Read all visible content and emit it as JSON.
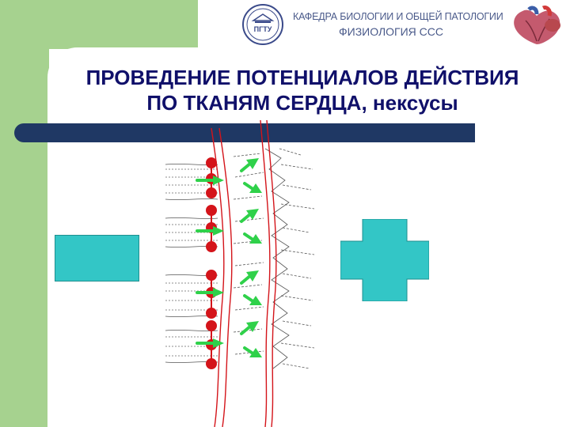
{
  "header": {
    "department": "КАФЕДРА БИОЛОГИИ И ОБЩЕЙ ПАТОЛОГИИ",
    "course": "ФИЗИОЛОГИЯ ССС",
    "logo_text": "ПГТУ"
  },
  "title": {
    "line1": "ПРОВЕДЕНИЕ ПОТЕНЦИАЛОВ ДЕЙСТВИЯ",
    "line2": "ПО ТКАНЯМ СЕРДЦА, нексусы"
  },
  "icons": {
    "logo": "university-seal-icon",
    "heart": "heart-anatomy-icon"
  },
  "colors": {
    "side_panel": "#a6d28f",
    "title": "#10106a",
    "bar": "#1f3864",
    "teal": "#33c6c6",
    "arrow": "#2fd14a",
    "dot": "#d4141a"
  }
}
